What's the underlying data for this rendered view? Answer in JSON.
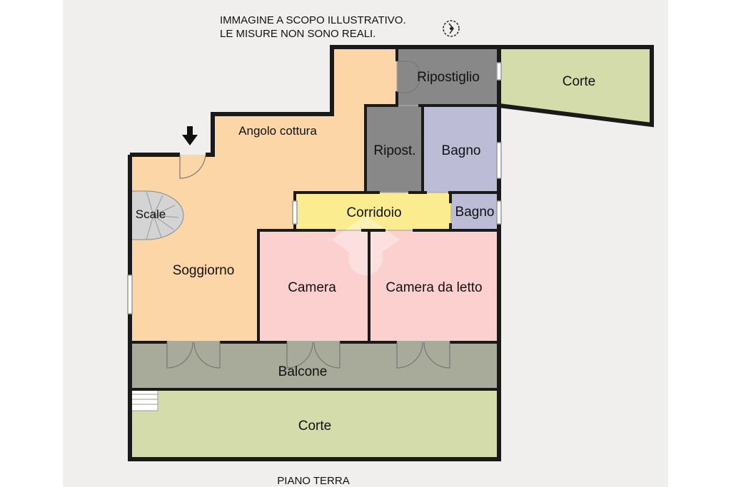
{
  "disclaimer": {
    "line1": "IMMAGINE A SCOPO ILLUSTRATIVO.",
    "line2": "LE MISURE NON SONO REALI."
  },
  "floor_label": "PIANO TERRA",
  "rooms": {
    "ripostiglio": "Ripostiglio",
    "corte_top": "Corte",
    "angolo_cottura": "Angolo cottura",
    "ripost": "Ripost.",
    "bagno_large": "Bagno",
    "corridoio": "Corridoio",
    "bagno_small": "Bagno",
    "scale": "Scale",
    "soggiorno": "Soggiorno",
    "camera": "Camera",
    "camera_da_letto": "Camera da letto",
    "balcone": "Balcone",
    "corte_bottom": "Corte"
  },
  "colors": {
    "living": "#fdd6a7",
    "storage": "#888888",
    "bath": "#bcbcd6",
    "corridor": "#fbec8f",
    "bedroom": "#fbd0cf",
    "balcony": "#a9ab9a",
    "court": "#d4dcab",
    "stairs": "#d4d4d4",
    "wall": "#1a1a1a"
  },
  "icons": {
    "entrance": "entrance-arrow-icon",
    "compass": "compass-icon",
    "watermark": "watermark-logo-icon"
  }
}
